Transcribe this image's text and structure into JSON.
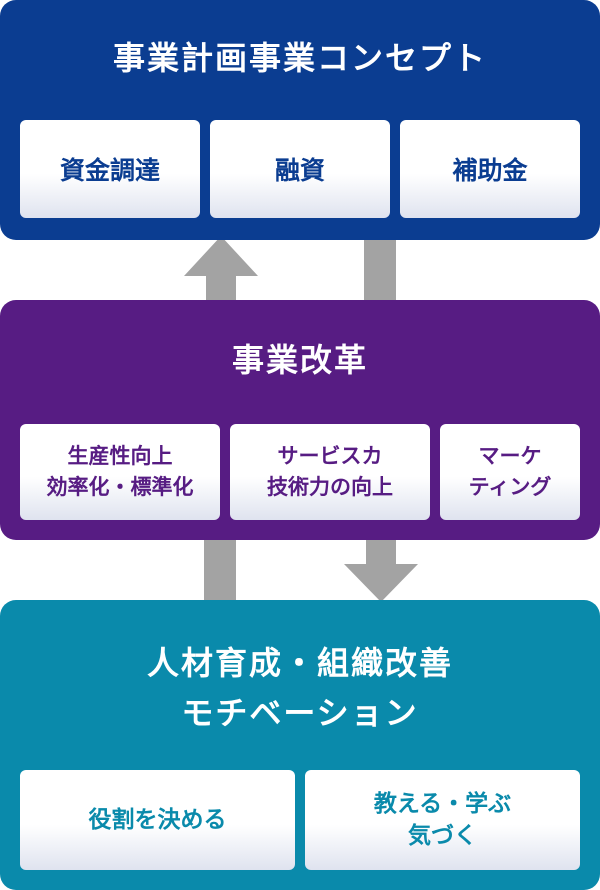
{
  "colors": {
    "top_panel": "#0b3d91",
    "middle_panel": "#571c83",
    "bottom_panel": "#0a8aab",
    "arrow": "#a3a3a3"
  },
  "top": {
    "title": "事業計画事業コンセプト",
    "cards": [
      "資金調達",
      "融資",
      "補助金"
    ]
  },
  "middle": {
    "title": "事業改革",
    "cards": [
      "生産性向上\n効率化・標準化",
      "サービスカ\n技術力の向上",
      "マーケ\nティング"
    ]
  },
  "bottom": {
    "title": "人材育成・組織改善\nモチベーション",
    "cards": [
      "役割を決める",
      "教える・学ぶ\n気づく"
    ]
  }
}
